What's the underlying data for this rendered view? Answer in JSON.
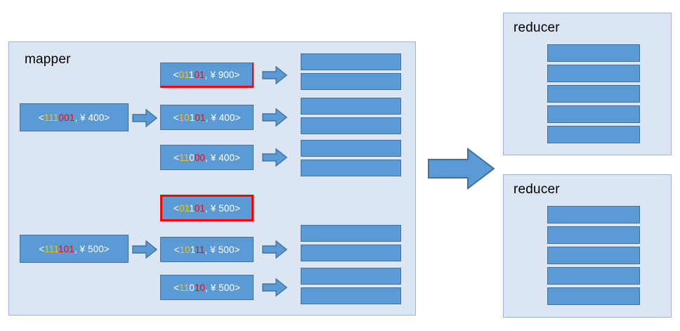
{
  "diagram": {
    "title": "MapReduce mapper to reducer shuffle diagram",
    "colors": {
      "panel_fill": "#dce6f2",
      "panel_border": "#9ab5d4",
      "box_fill": "#5b9bd5",
      "box_border": "#41719c",
      "highlight": "#ff0000",
      "digit_yellow": "#ffc000",
      "digit_white": "#ffffff",
      "digit_red": "#ff0000"
    }
  },
  "mapper": {
    "label": "mapper",
    "groups": [
      {
        "id": "group-upper",
        "input": {
          "id": "input-upper",
          "segments": [
            {
              "text": "<",
              "color": "white"
            },
            {
              "text": "111",
              "color": "yellow"
            },
            {
              "text": "001",
              "color": "red"
            },
            {
              "text": ", ¥ 400>",
              "color": "white"
            }
          ],
          "plain": "<111001, ¥ 400>"
        },
        "outputs": [
          {
            "id": "kv-01101-900",
            "highlight": "partial",
            "has_arrow": true,
            "segments": [
              {
                "text": "<",
                "color": "white"
              },
              {
                "text": "01",
                "color": "yellow"
              },
              {
                "text": "1",
                "color": "white"
              },
              {
                "text": "01",
                "color": "red"
              },
              {
                "text": ", ¥ 900>",
                "color": "white"
              }
            ],
            "plain": "<01101, ¥ 900>"
          },
          {
            "id": "kv-10101-400",
            "highlight": "none",
            "has_arrow": true,
            "segments": [
              {
                "text": "<",
                "color": "white"
              },
              {
                "text": "10",
                "color": "yellow"
              },
              {
                "text": "1",
                "color": "white"
              },
              {
                "text": "01",
                "color": "red"
              },
              {
                "text": ", ¥ 400>",
                "color": "white"
              }
            ],
            "plain": "<10101, ¥ 400>"
          },
          {
            "id": "kv-11000-400",
            "highlight": "none",
            "has_arrow": true,
            "segments": [
              {
                "text": "<",
                "color": "white"
              },
              {
                "text": "11",
                "color": "yellow"
              },
              {
                "text": "0",
                "color": "white"
              },
              {
                "text": "00",
                "color": "red"
              },
              {
                "text": ", ¥ 400>",
                "color": "white"
              }
            ],
            "plain": "<11000, ¥ 400>"
          }
        ],
        "result_bar_count": 6
      },
      {
        "id": "group-lower",
        "input": {
          "id": "input-lower",
          "segments": [
            {
              "text": "<",
              "color": "white"
            },
            {
              "text": "111",
              "color": "yellow"
            },
            {
              "text": "101",
              "color": "red"
            },
            {
              "text": ", ¥ 500>",
              "color": "white"
            }
          ],
          "plain": "<111101, ¥ 500>"
        },
        "outputs": [
          {
            "id": "kv-01101-500",
            "highlight": "full",
            "has_arrow": false,
            "segments": [
              {
                "text": "<",
                "color": "white"
              },
              {
                "text": "01",
                "color": "yellow"
              },
              {
                "text": "1",
                "color": "white"
              },
              {
                "text": "01",
                "color": "red"
              },
              {
                "text": ", ¥ 500>",
                "color": "white"
              }
            ],
            "plain": "<01101, ¥ 500>"
          },
          {
            "id": "kv-10111-500",
            "highlight": "none",
            "has_arrow": true,
            "segments": [
              {
                "text": "<",
                "color": "white"
              },
              {
                "text": "10",
                "color": "yellow"
              },
              {
                "text": "1",
                "color": "white"
              },
              {
                "text": "11",
                "color": "red"
              },
              {
                "text": ", ¥ 500>",
                "color": "white"
              }
            ],
            "plain": "<10111, ¥ 500>"
          },
          {
            "id": "kv-11010-500",
            "highlight": "none",
            "has_arrow": true,
            "segments": [
              {
                "text": "<",
                "color": "white"
              },
              {
                "text": "11",
                "color": "yellow"
              },
              {
                "text": "0",
                "color": "white"
              },
              {
                "text": "10",
                "color": "red"
              },
              {
                "text": ", ¥ 500>",
                "color": "white"
              }
            ],
            "plain": "<11010, ¥ 500>"
          }
        ],
        "result_bar_count": 4
      }
    ]
  },
  "reducers": [
    {
      "id": "reducer-top",
      "label": "reducer",
      "bar_count": 5
    },
    {
      "id": "reducer-bottom",
      "label": "reducer",
      "bar_count": 5
    }
  ],
  "icons": {
    "small_arrow": "arrow-right-icon",
    "big_arrow": "arrow-right-large-icon"
  }
}
